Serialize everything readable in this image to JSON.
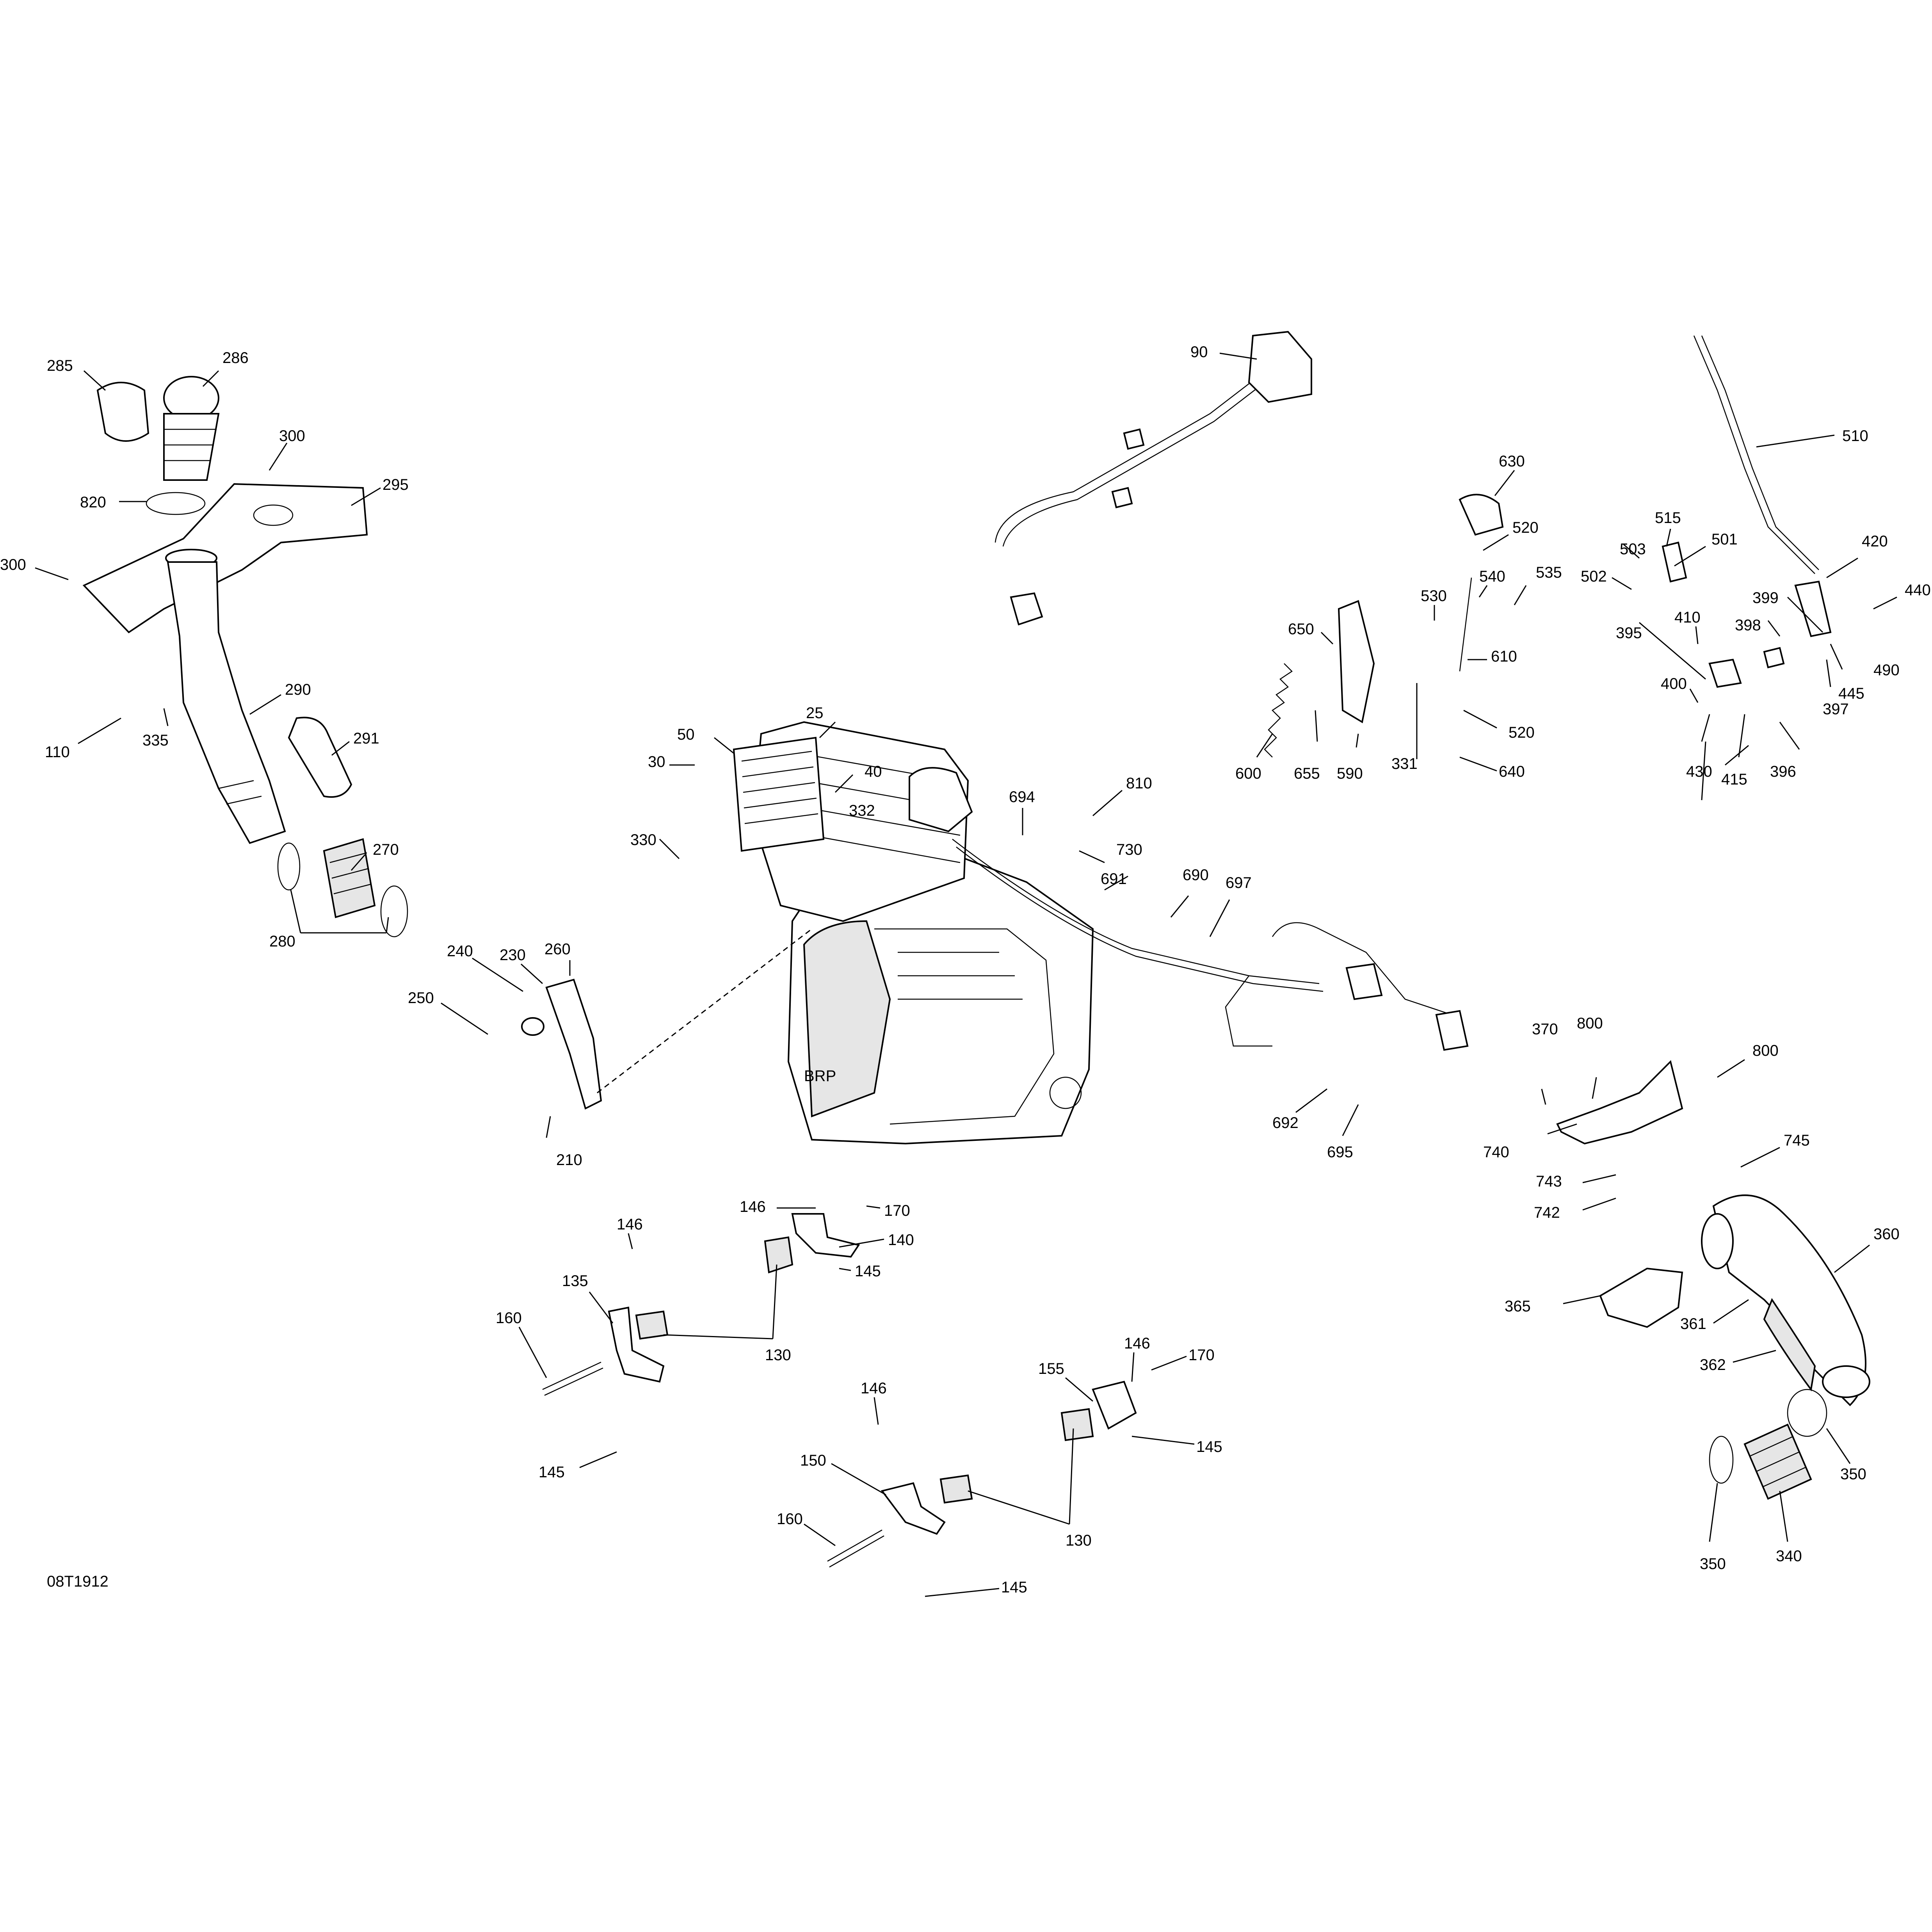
{
  "diagram": {
    "reference": "08T1912",
    "callouts": [
      "285",
      "286",
      "300",
      "820",
      "295",
      "300",
      "110",
      "335",
      "290",
      "291",
      "270",
      "280",
      "90",
      "630",
      "520",
      "540",
      "535",
      "530",
      "650",
      "610",
      "600",
      "655",
      "590",
      "331",
      "520",
      "640",
      "510",
      "515",
      "503",
      "501",
      "502",
      "420",
      "440",
      "410",
      "399",
      "398",
      "395",
      "490",
      "445",
      "397",
      "400",
      "430",
      "415",
      "396",
      "25",
      "50",
      "30",
      "40",
      "332",
      "330",
      "694",
      "810",
      "730",
      "691",
      "690",
      "697",
      "230",
      "260",
      "240",
      "250",
      "210",
      "692",
      "695",
      "370",
      "800",
      "800",
      "740",
      "743",
      "742",
      "745",
      "360",
      "365",
      "361",
      "362",
      "350",
      "350",
      "340",
      "146",
      "170",
      "140",
      "145",
      "146",
      "135",
      "160",
      "130",
      "145",
      "146",
      "155",
      "170",
      "145",
      "146",
      "150",
      "160",
      "130",
      "145"
    ]
  }
}
